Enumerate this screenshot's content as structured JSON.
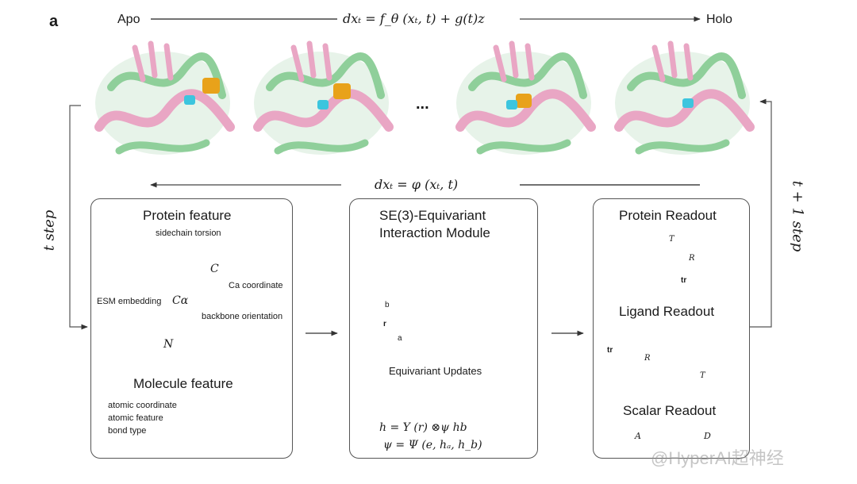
{
  "panel_label": "a",
  "top": {
    "left_label": "Apo",
    "right_label": "Holo",
    "forward_equation": "dxₜ = f_θ (xₜ, t) + g(t)z",
    "ellipsis": "...",
    "backward_equation": "dxₜ = φ (xₜ, t)"
  },
  "side": {
    "left_loop": "t step",
    "right_loop": "t + 1 step"
  },
  "protein_feature": {
    "title": "Protein feature",
    "labels": {
      "sidechain": "sidechain torsion",
      "ca_coord": "Ca coordinate",
      "esm": "ESM embedding",
      "backbone": "backbone orientation",
      "node_c": "C",
      "node_ca": "Cα",
      "node_n": "N"
    }
  },
  "molecule_feature": {
    "title": "Molecule feature",
    "legend": [
      "atomic coordinate",
      "atomic feature",
      "bond type"
    ]
  },
  "se3": {
    "title_line1": "SE(3)-Equivariant",
    "title_line2": "Interaction Module",
    "node_a": "a",
    "node_b": "b",
    "vector_r": "r",
    "caption": "Equivariant Updates",
    "eq1": "h = Y (r) ⊗ψ hb",
    "eq2": "ψ = Ψ (e, hₐ, h_b)"
  },
  "readout": {
    "protein": "Protein Readout",
    "ligand": "Ligand Readout",
    "scalar": "Scalar Readout",
    "t_label": "T",
    "r_label": "R",
    "tr_label": "tr",
    "a_label": "A",
    "d_label": "D"
  },
  "watermark": "@HyperAI超神经",
  "colors": {
    "green": "#8fcf9a",
    "pink": "#e9a6c4",
    "accent_red": "#f3a9b3",
    "accent_yellow": "#e8d79a",
    "accent_green_strip": "#b9e3c6"
  }
}
